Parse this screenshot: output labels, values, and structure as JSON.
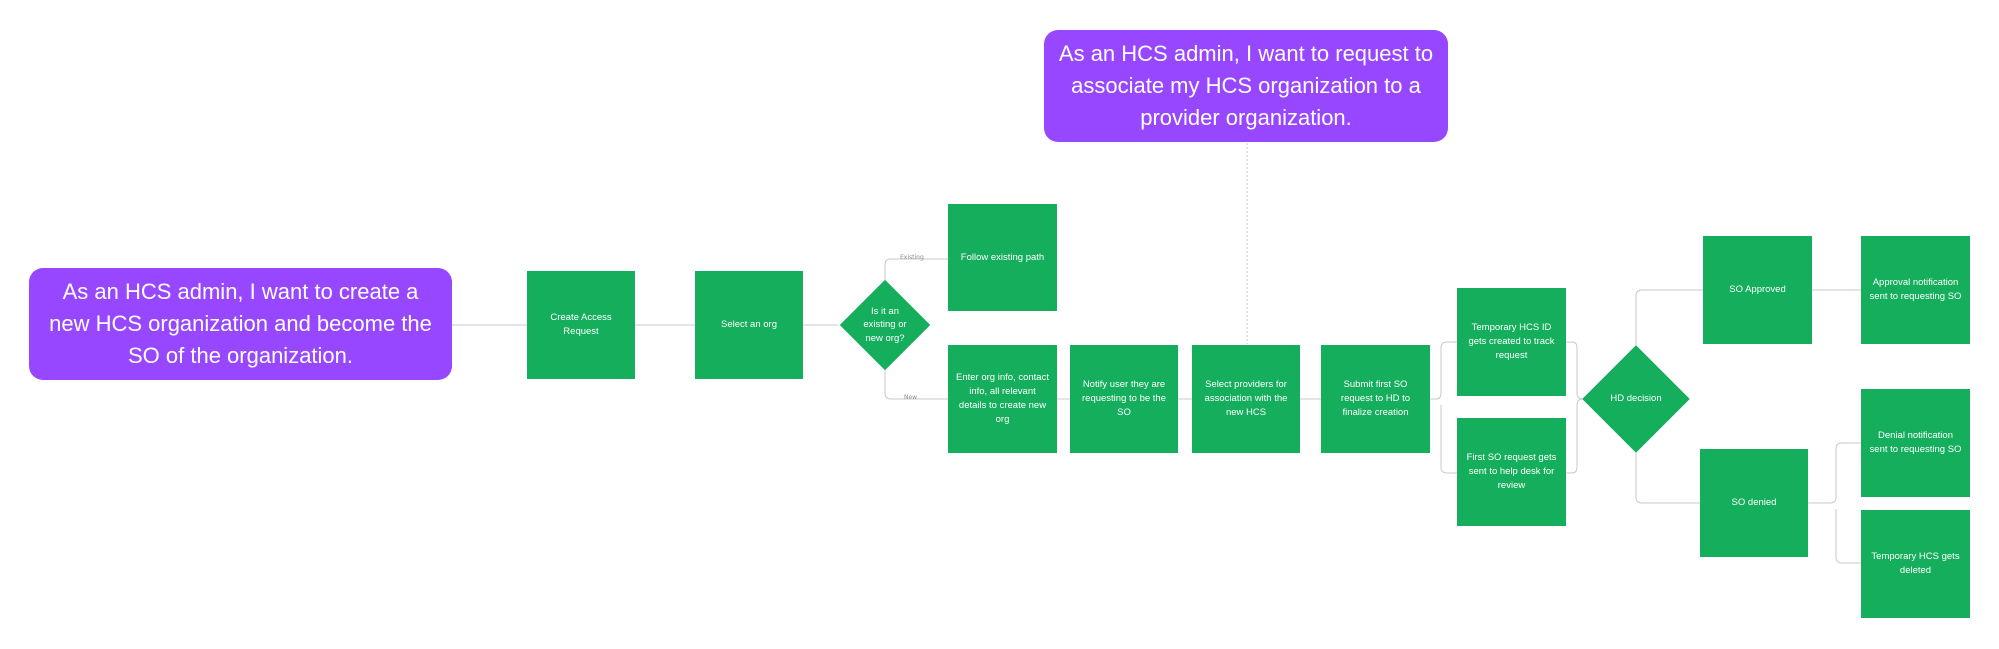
{
  "callouts": {
    "story_create": "As an HCS admin, I want to create a new HCS organization and become the SO of the organization.",
    "story_associate": "As an HCS admin, I want to request to associate my HCS organization to a provider organization."
  },
  "steps": {
    "create_access_request": "Create Access Request",
    "select_org": "Select an org",
    "follow_existing_path": "Follow existing path",
    "enter_org_info": "Enter org info, contact info, all relevant details to create new org",
    "notify_user": "Notify user they are requesting to be the SO",
    "select_providers": "Select providers for association with the new HCS",
    "submit_first_so": "Submit first SO request to HD to finalize creation",
    "temporary_hcs_id": "Temporary HCS ID gets created to track request",
    "first_so_request": "First SO request gets sent to help desk for review",
    "so_approved": "SO Approved",
    "so_denied": "SO denied",
    "approval_notification": "Approval notification sent to requesting SO",
    "denial_notification": "Denial notification sent to requesting SO",
    "temporary_hcs_deleted": "Temporary HCS gets deleted"
  },
  "decisions": {
    "existing_or_new": "Is it an existing or new org?",
    "hd_decision": "HD decision"
  },
  "branch_labels": {
    "existing": "Existing",
    "new": "New"
  },
  "colors": {
    "callout": "#9747ff",
    "step": "#14ae5c",
    "connector": "#c4c4c4"
  }
}
